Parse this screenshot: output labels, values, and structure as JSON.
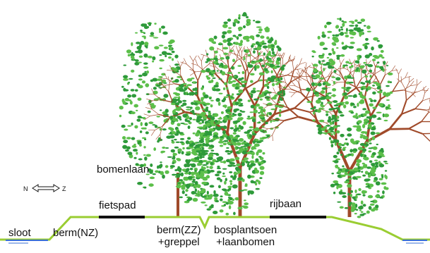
{
  "labels": {
    "sloot": "sloot",
    "berm_nz": "berm(NZ)",
    "fietspad": "fietspad",
    "bomenlaan": "bomenlaan",
    "berm_zz_line1": "berm(ZZ)",
    "berm_zz_line2": "+greppel",
    "bosplantsoen_line1": "bosplantsoen",
    "bosplantsoen_line2": "+laanbomen",
    "rijbaan": "rijbaan"
  },
  "compass": {
    "north": "N",
    "south": "Z",
    "icon": "double-arrow-icon"
  },
  "colors": {
    "foliage_green": "#2e9a3a",
    "foliage_light": "#5cbf4a",
    "branch_brown": "#a04a2a",
    "ground_green": "#9acd32",
    "road_black": "#111111",
    "water_blue": "#3a6fd6"
  }
}
